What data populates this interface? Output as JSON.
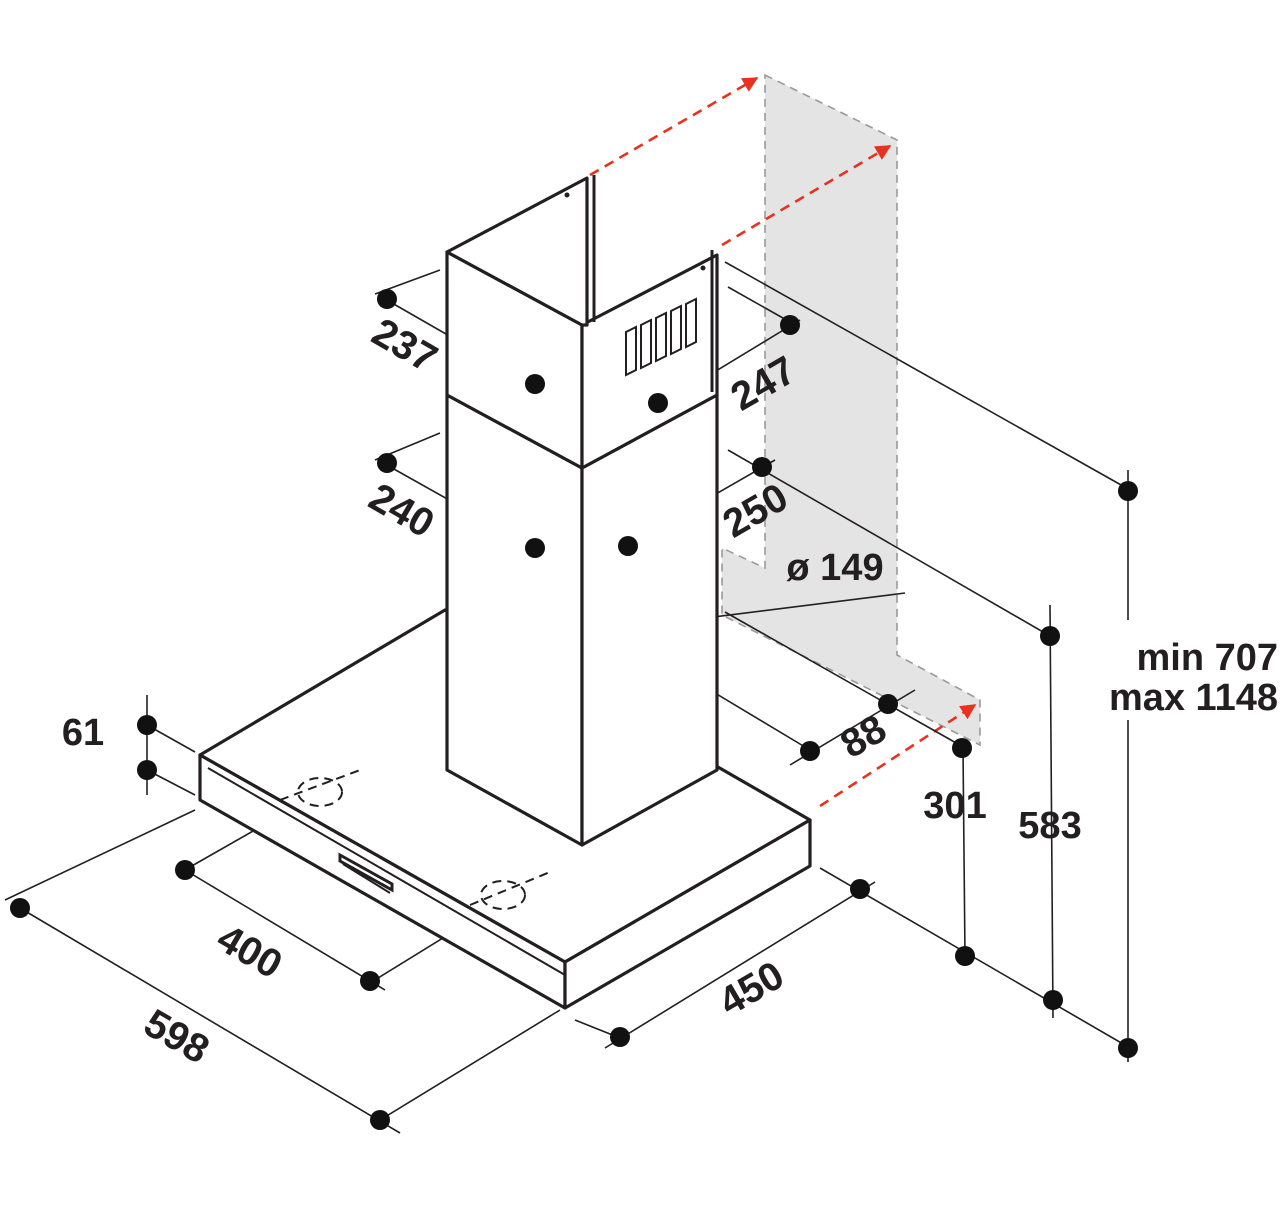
{
  "colors": {
    "line": "#231f20",
    "arrow": "#e8321e",
    "wall": "#e4e4e4"
  },
  "dimensions": {
    "d237": "237",
    "d247": "247",
    "d240": "240",
    "d250": "250",
    "diameter": "ø 149",
    "d61": "61",
    "d88": "88",
    "d301": "301",
    "d583": "583",
    "range_min": "min 707",
    "range_max": "max 1148",
    "d400": "400",
    "d450": "450",
    "d598": "598"
  }
}
